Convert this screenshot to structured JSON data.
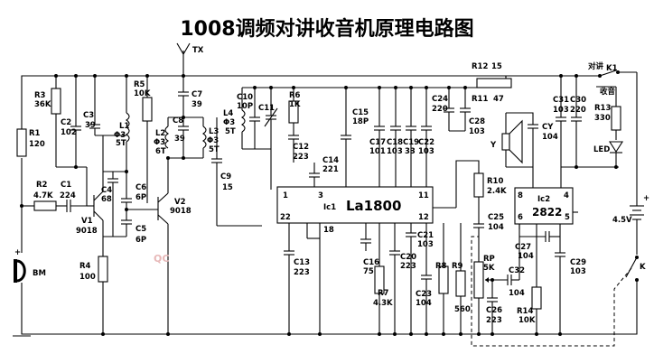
{
  "title": "1008调频对讲收音机原理电路图",
  "labels": {
    "tx": "TX",
    "bm": "BM",
    "r1": "R1",
    "r1v": "120",
    "r2": "R2",
    "r2v": "4.7K",
    "r3": "R3",
    "r3v": "36K",
    "r4": "R4",
    "r4v": "100",
    "r5": "R5",
    "r5v": "10K",
    "c1": "C1",
    "c1v": "224",
    "c2": "C2",
    "c2v": "102",
    "c3": "C3",
    "c3v": "39",
    "c4": "C4",
    "c4v": "68",
    "c5": "C5",
    "c5v": "6P",
    "c6": "C6",
    "c6v": "6P",
    "c7": "C7",
    "c7v": "39",
    "c8": "C8",
    "c8v": "39",
    "c9": "C9",
    "c9v": "15",
    "l1": "L1",
    "l1a": "Φ3",
    "l1b": "5T",
    "l2": "L2",
    "l2a": "Φ3",
    "l2b": "6T",
    "l3": "L3",
    "l3a": "Φ3",
    "l3b": "5T",
    "l4": "L4",
    "l4a": "Φ3",
    "l4b": "5T",
    "v1": "V1",
    "v1v": "9018",
    "v2": "V2",
    "v2v": "9018",
    "c10": "C10",
    "c10v": "10P",
    "c11": "C11",
    "r6": "R6",
    "r6v": "1K",
    "c12": "C12",
    "c12v": "223",
    "c13": "C13",
    "c13v": "223",
    "c14": "C14",
    "c14v": "221",
    "c15": "C15",
    "c15v": "18P",
    "c16": "C16",
    "c16v": "75P",
    "c17": "C17",
    "c17v": "101",
    "c18": "C18",
    "c18v": "103",
    "c19": "C19",
    "c19v": "33",
    "c20": "C20",
    "c20v": "223",
    "c21": "C21",
    "c21v": "103",
    "c22": "C22",
    "c22v": "103",
    "c23": "C23",
    "c23v": "104",
    "c24": "C24",
    "c24v": "220",
    "c25": "C25",
    "c25v": "104",
    "c26": "C26",
    "c26v": "223",
    "c27": "C27",
    "c27v": "104",
    "c28": "C28",
    "c28v": "103",
    "c29": "C29",
    "c29v": "103",
    "c30": "C30",
    "c30v": "220",
    "c31": "C31",
    "c31v": "103",
    "c32": "C32",
    "c32v": "104",
    "cy": "CY",
    "cyv": "104",
    "y": "Y",
    "r7": "R7",
    "r7v": "4.3K",
    "r8": "R8",
    "r9": "R9",
    "r9v": "560",
    "r10": "R10",
    "r10v": "2.4K",
    "r11": "R11",
    "r11v": "47",
    "r12": "R12",
    "r12v": "15",
    "r13": "R13",
    "r13v": "330",
    "r14": "R14",
    "r14v": "10K",
    "rp": "RP",
    "rpv": "5K",
    "ic1_prefix": "Ic1",
    "ic1": "La1800",
    "ic2_prefix": "Ic2",
    "ic2": "2822",
    "k1": "K1",
    "k": "K",
    "duijiang": "对讲",
    "shouyin": "收音",
    "led": "LED",
    "batt": "4.5V",
    "watermark": "QC",
    "pins": {
      "p1": "1",
      "p3": "3",
      "p11": "11",
      "p22": "22",
      "p18": "18",
      "p12": "12",
      "p8": "8",
      "p4": "4",
      "p6": "6",
      "p5": "5"
    }
  }
}
